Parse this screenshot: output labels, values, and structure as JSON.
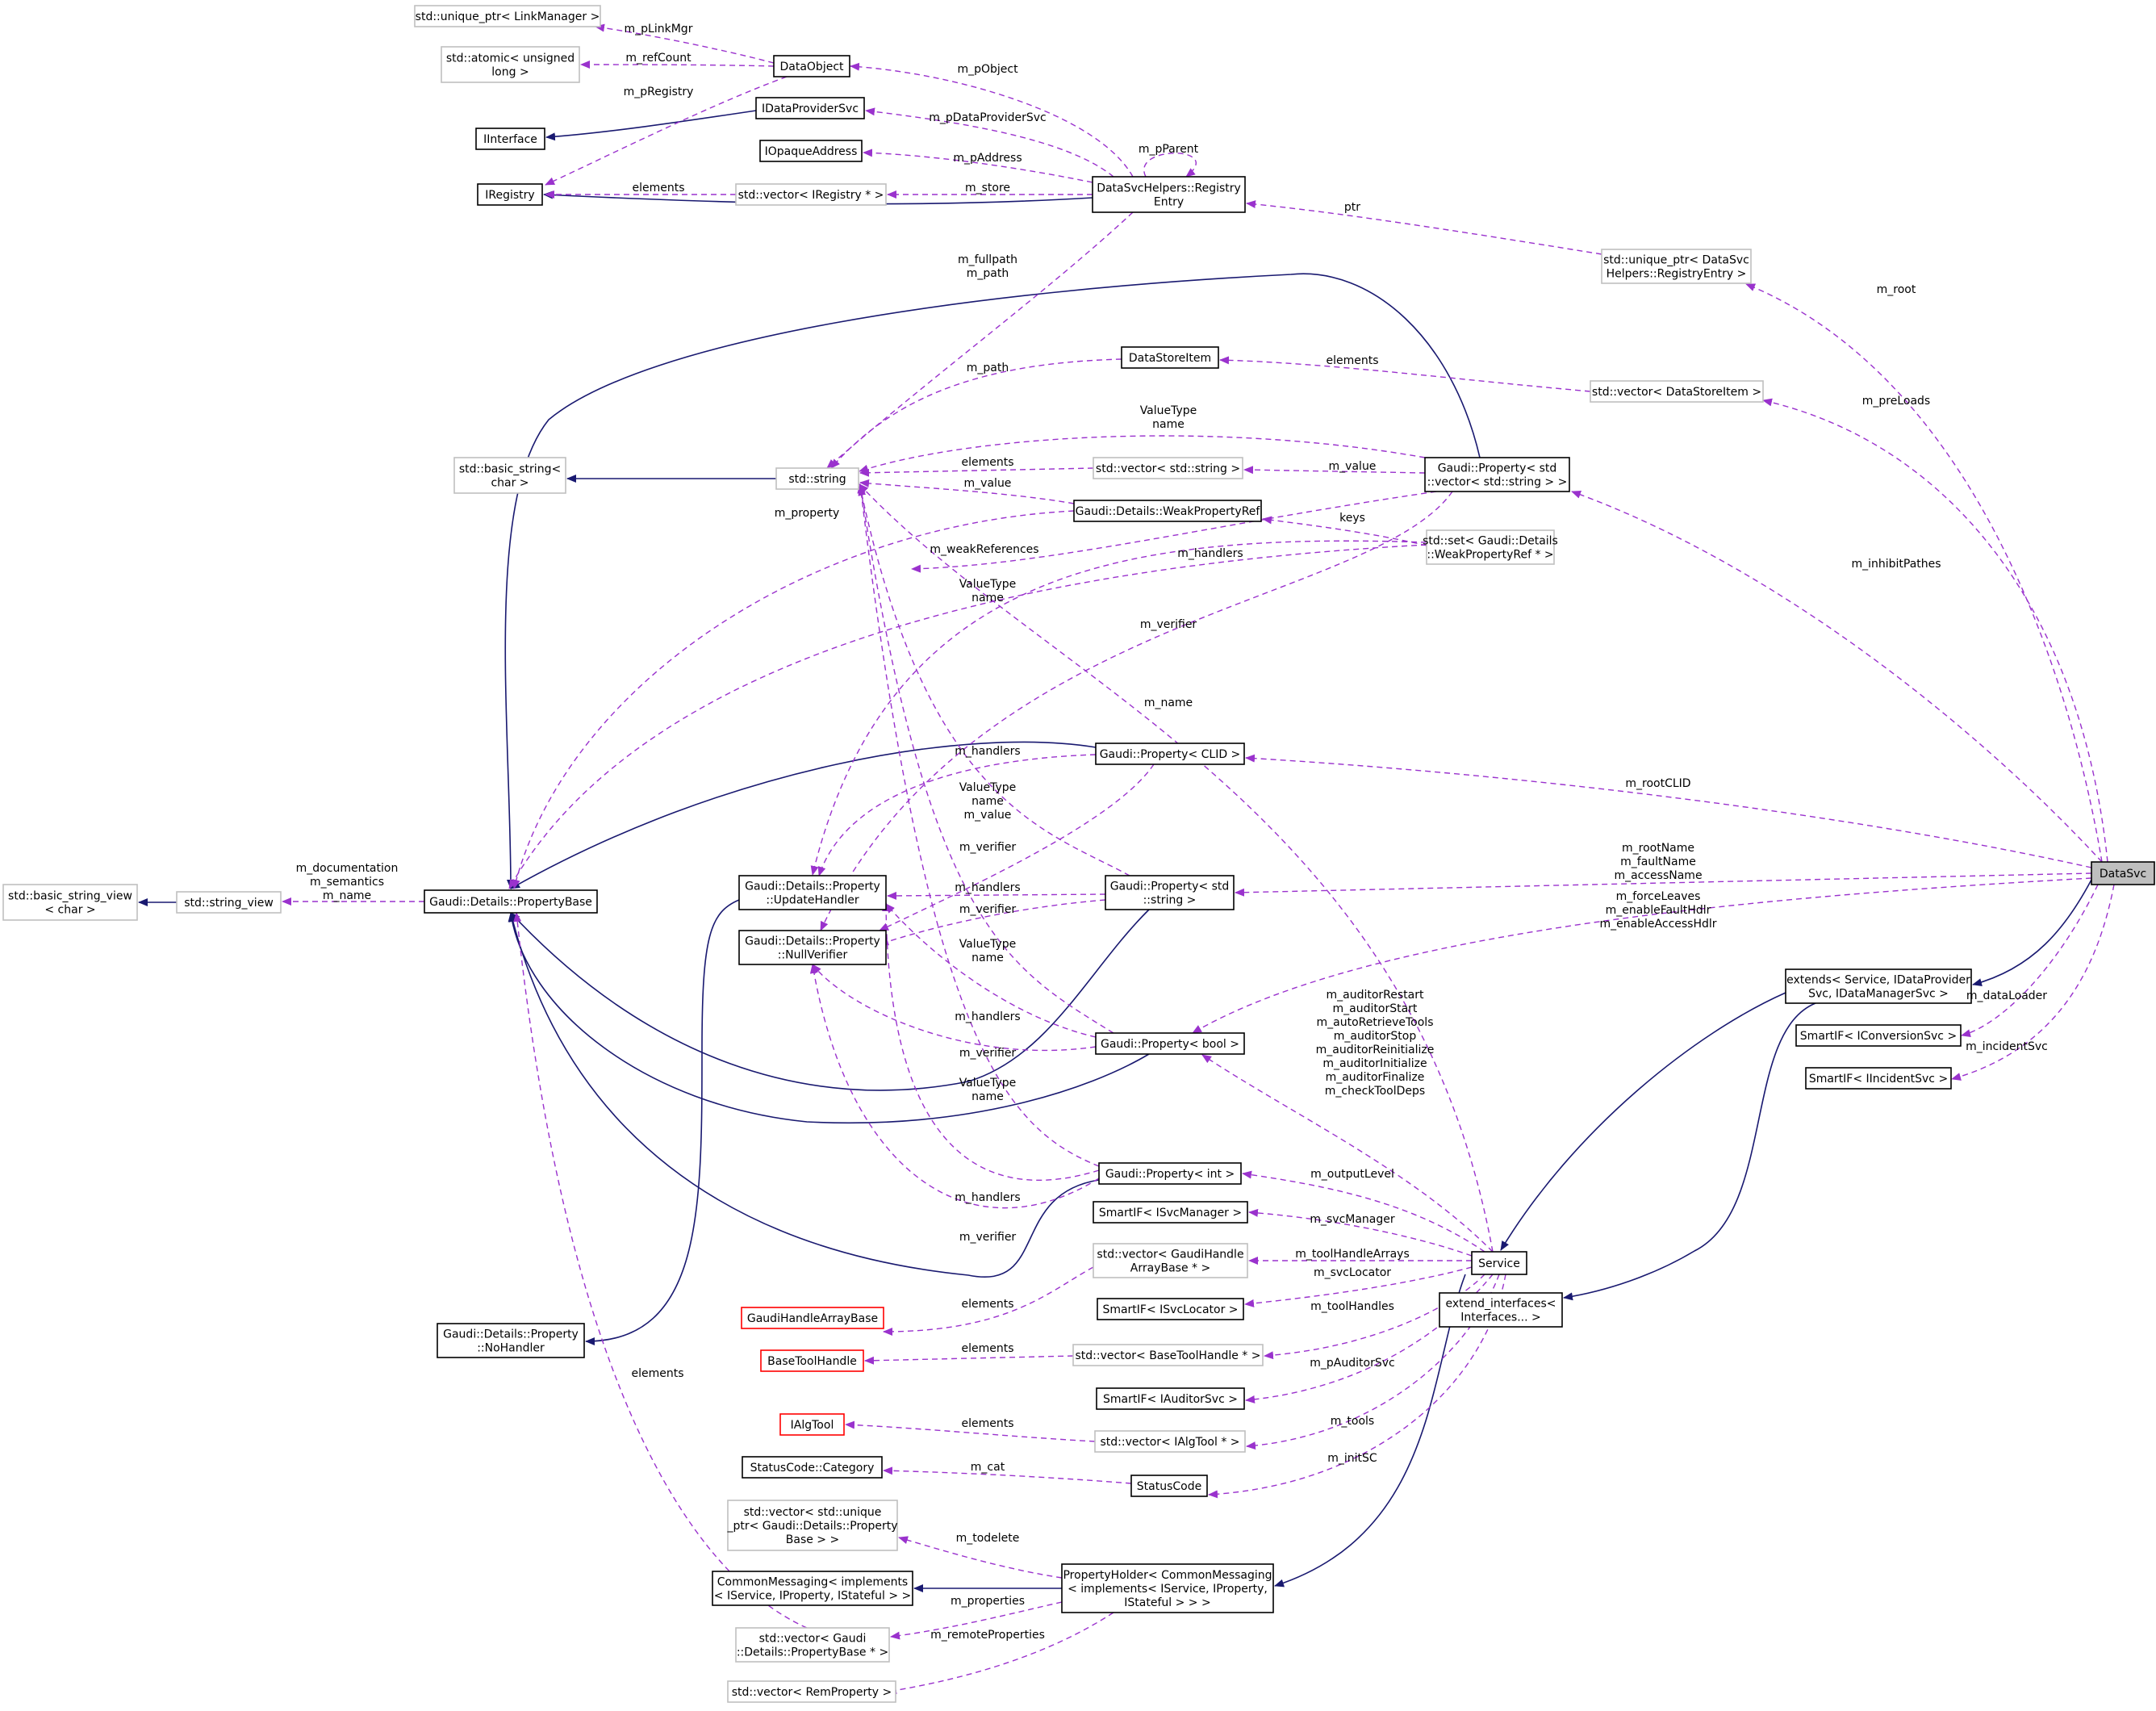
{
  "colors": {
    "inheritance_edge": "#191970",
    "usage_edge": "#9a32cd",
    "node_border_documented": "#000000",
    "node_border_external": "#bfbfbf",
    "node_border_undocumented": "#ff0000",
    "selected_fill": "#bfbfbf"
  },
  "nodes": {
    "DataSvc": {
      "lines": [
        "DataSvc"
      ],
      "style": "selected"
    },
    "Service": {
      "lines": [
        "Service"
      ],
      "style": "doc"
    },
    "extends": {
      "lines": [
        "extends< Service, IDataProvider",
        "Svc, IDataManagerSvc >"
      ],
      "style": "doc"
    },
    "extend_interfaces": {
      "lines": [
        "extend_interfaces<",
        "Interfaces... >"
      ],
      "style": "doc"
    },
    "PropertyHolder": {
      "lines": [
        "PropertyHolder< CommonMessaging",
        "< implements< IService, IProperty,",
        "IStateful > > >"
      ],
      "style": "doc"
    },
    "CommonMessaging": {
      "lines": [
        "CommonMessaging< implements",
        "< IService, IProperty, IStateful > >"
      ],
      "style": "doc"
    },
    "PropertyBase": {
      "lines": [
        "Gaudi::Details::PropertyBase"
      ],
      "style": "doc"
    },
    "std_string_view": {
      "lines": [
        "std::string_view"
      ],
      "style": "ext"
    },
    "std_basic_string_view": {
      "lines": [
        "std::basic_string_view",
        "< char >"
      ],
      "style": "ext"
    },
    "std_string": {
      "lines": [
        "std::string"
      ],
      "style": "ext"
    },
    "std_basic_string": {
      "lines": [
        "std::basic_string<",
        "char >"
      ],
      "style": "ext"
    },
    "UpdateHandler": {
      "lines": [
        "Gaudi::Details::Property",
        "::UpdateHandler"
      ],
      "style": "doc"
    },
    "NullVerifier": {
      "lines": [
        "Gaudi::Details::Property",
        "::NullVerifier"
      ],
      "style": "doc"
    },
    "NoHandler": {
      "lines": [
        "Gaudi::Details::Property",
        "::NoHandler"
      ],
      "style": "doc"
    },
    "WeakPropertyRef": {
      "lines": [
        "Gaudi::Details::WeakPropertyRef"
      ],
      "style": "doc"
    },
    "set_weak": {
      "lines": [
        "std::set< Gaudi::Details",
        "::WeakPropertyRef * >"
      ],
      "style": "ext"
    },
    "vec_string": {
      "lines": [
        "std::vector< std::string >"
      ],
      "style": "ext"
    },
    "Prop_vec_string": {
      "lines": [
        "Gaudi::Property< std",
        "::vector< std::string > >"
      ],
      "style": "doc"
    },
    "Prop_CLID": {
      "lines": [
        "Gaudi::Property< CLID >"
      ],
      "style": "doc"
    },
    "Prop_string": {
      "lines": [
        "Gaudi::Property< std",
        "::string >"
      ],
      "style": "doc"
    },
    "Prop_bool": {
      "lines": [
        "Gaudi::Property< bool >"
      ],
      "style": "doc"
    },
    "Prop_int": {
      "lines": [
        "Gaudi::Property< int >"
      ],
      "style": "doc"
    },
    "DataStoreItem": {
      "lines": [
        "DataStoreItem"
      ],
      "style": "doc"
    },
    "vec_DataStoreItem": {
      "lines": [
        "std::vector< DataStoreItem >"
      ],
      "style": "ext"
    },
    "uptr_RegEntry": {
      "lines": [
        "std::unique_ptr< DataSvc",
        "Helpers::RegistryEntry >"
      ],
      "style": "ext"
    },
    "RegistryEntry": {
      "lines": [
        "DataSvcHelpers::Registry",
        "Entry"
      ],
      "style": "doc"
    },
    "DataObject": {
      "lines": [
        "DataObject"
      ],
      "style": "doc"
    },
    "uptr_LinkManager": {
      "lines": [
        "std::unique_ptr< LinkManager >"
      ],
      "style": "ext"
    },
    "atomic_ulong": {
      "lines": [
        "std::atomic< unsigned",
        "long >"
      ],
      "style": "ext"
    },
    "IDataProviderSvc": {
      "lines": [
        "IDataProviderSvc"
      ],
      "style": "doc"
    },
    "IInterface": {
      "lines": [
        "IInterface"
      ],
      "style": "doc"
    },
    "IOpaqueAddress": {
      "lines": [
        "IOpaqueAddress"
      ],
      "style": "doc"
    },
    "IRegistry": {
      "lines": [
        "IRegistry"
      ],
      "style": "doc"
    },
    "vec_IRegistry": {
      "lines": [
        "std::vector< IRegistry * >"
      ],
      "style": "ext"
    },
    "SmartIF_IConversionSvc": {
      "lines": [
        "SmartIF< IConversionSvc >"
      ],
      "style": "doc"
    },
    "SmartIF_IIncidentSvc": {
      "lines": [
        "SmartIF< IIncidentSvc >"
      ],
      "style": "doc"
    },
    "SmartIF_ISvcManager": {
      "lines": [
        "SmartIF< ISvcManager >"
      ],
      "style": "doc"
    },
    "vec_GaudiHandleArrayBase": {
      "lines": [
        "std::vector< GaudiHandle",
        "ArrayBase * >"
      ],
      "style": "ext"
    },
    "GaudiHandleArrayBase": {
      "lines": [
        "GaudiHandleArrayBase"
      ],
      "style": "undoc"
    },
    "SmartIF_ISvcLocator": {
      "lines": [
        "SmartIF< ISvcLocator >"
      ],
      "style": "doc"
    },
    "BaseToolHandle": {
      "lines": [
        "BaseToolHandle"
      ],
      "style": "undoc"
    },
    "vec_BaseToolHandle": {
      "lines": [
        "std::vector< BaseToolHandle * >"
      ],
      "style": "ext"
    },
    "SmartIF_IAuditorSvc": {
      "lines": [
        "SmartIF< IAuditorSvc >"
      ],
      "style": "doc"
    },
    "IAlgTool": {
      "lines": [
        "IAlgTool"
      ],
      "style": "undoc"
    },
    "vec_IAlgTool": {
      "lines": [
        "std::vector< IAlgTool * >"
      ],
      "style": "ext"
    },
    "StatusCode_Category": {
      "lines": [
        "StatusCode::Category"
      ],
      "style": "doc"
    },
    "StatusCode": {
      "lines": [
        "StatusCode"
      ],
      "style": "doc"
    },
    "vec_unique_PropertyBase": {
      "lines": [
        "std::vector< std::unique",
        "_ptr< Gaudi::Details::Property",
        "Base > >"
      ],
      "style": "ext"
    },
    "vec_PropertyBase": {
      "lines": [
        "std::vector< Gaudi",
        "::Details::PropertyBase * >"
      ],
      "style": "ext"
    },
    "vec_RemProperty": {
      "lines": [
        "std::vector< RemProperty >"
      ],
      "style": "ext"
    }
  },
  "edge_labels": {
    "m_pLinkMgr": [
      "m_pLinkMgr"
    ],
    "m_refCount": [
      "m_refCount"
    ],
    "m_pRegistry": [
      "m_pRegistry"
    ],
    "m_pObject": [
      "m_pObject"
    ],
    "m_pDataProviderSvc": [
      "m_pDataProviderSvc"
    ],
    "m_pParent": [
      "m_pParent"
    ],
    "m_pAddress": [
      "m_pAddress"
    ],
    "elements_IRegistry": [
      "elements"
    ],
    "m_store": [
      "m_store"
    ],
    "ptr": [
      "ptr"
    ],
    "m_root": [
      "m_root"
    ],
    "m_fullpath": [
      "m_fullpath",
      "m_path"
    ],
    "m_path_DSI": [
      "m_path"
    ],
    "elements_DSI": [
      "elements"
    ],
    "m_preLoads": [
      "m_preLoads"
    ],
    "ValueType_name_top": [
      "ValueType",
      "name"
    ],
    "elements_vecstring": [
      "elements"
    ],
    "m_value_vecstring": [
      "m_value"
    ],
    "m_value_weak": [
      "m_value"
    ],
    "m_property": [
      "m_property"
    ],
    "keys": [
      "keys"
    ],
    "m_weakReferences": [
      "m_weakReferences"
    ],
    "m_handlers_vec": [
      "m_handlers"
    ],
    "ValueType_name_vec": [
      "ValueType",
      "name"
    ],
    "m_inhibitPathes": [
      "m_inhibitPathes"
    ],
    "m_verifier_vec": [
      "m_verifier"
    ],
    "m_name": [
      "m_name"
    ],
    "m_handlers_clid": [
      "m_handlers"
    ],
    "m_rootCLID": [
      "m_rootCLID"
    ],
    "ValueType_name_value": [
      "ValueType",
      "name",
      "m_value"
    ],
    "m_verifier_clid": [
      "m_verifier"
    ],
    "m_rootName": [
      "m_rootName",
      "m_faultName",
      "m_accessName"
    ],
    "m_documentation": [
      "m_documentation",
      "m_semantics",
      "m_name"
    ],
    "m_handlers_string": [
      "m_handlers"
    ],
    "m_verifier_string": [
      "m_verifier"
    ],
    "m_forceLeaves": [
      "m_forceLeaves",
      "m_enableFaultHdlr",
      "m_enableAccessHdlr"
    ],
    "ValueType_name_bool": [
      "ValueType",
      "name"
    ],
    "m_auditor": [
      "m_auditorRestart",
      "m_auditorStart",
      "m_autoRetrieveTools",
      "m_auditorStop",
      "m_auditorReinitialize",
      "m_auditorInitialize",
      "m_auditorFinalize",
      "m_checkToolDeps"
    ],
    "m_dataLoader": [
      "m_dataLoader"
    ],
    "m_handlers_bool": [
      "m_handlers"
    ],
    "m_verifier_bool": [
      "m_verifier"
    ],
    "m_incidentSvc": [
      "m_incidentSvc"
    ],
    "ValueType_name_int": [
      "ValueType",
      "name"
    ],
    "m_outputLevel": [
      "m_outputLevel"
    ],
    "m_handlers_int": [
      "m_handlers"
    ],
    "m_svcManager": [
      "m_svcManager"
    ],
    "m_verifier_int": [
      "m_verifier"
    ],
    "m_toolHandleArrays": [
      "m_toolHandleArrays"
    ],
    "m_svcLocator": [
      "m_svcLocator"
    ],
    "elements_GHAB": [
      "elements"
    ],
    "m_toolHandles": [
      "m_toolHandles"
    ],
    "elements_BTH": [
      "elements"
    ],
    "m_pAuditorSvc": [
      "m_pAuditorSvc"
    ],
    "elements_propbase": [
      "elements"
    ],
    "m_tools": [
      "m_tools"
    ],
    "elements_IAlgTool": [
      "elements"
    ],
    "m_initSC": [
      "m_initSC"
    ],
    "m_cat": [
      "m_cat"
    ],
    "m_todelete": [
      "m_todelete"
    ],
    "m_properties": [
      "m_properties"
    ],
    "m_remoteProperties": [
      "m_remoteProperties"
    ]
  }
}
